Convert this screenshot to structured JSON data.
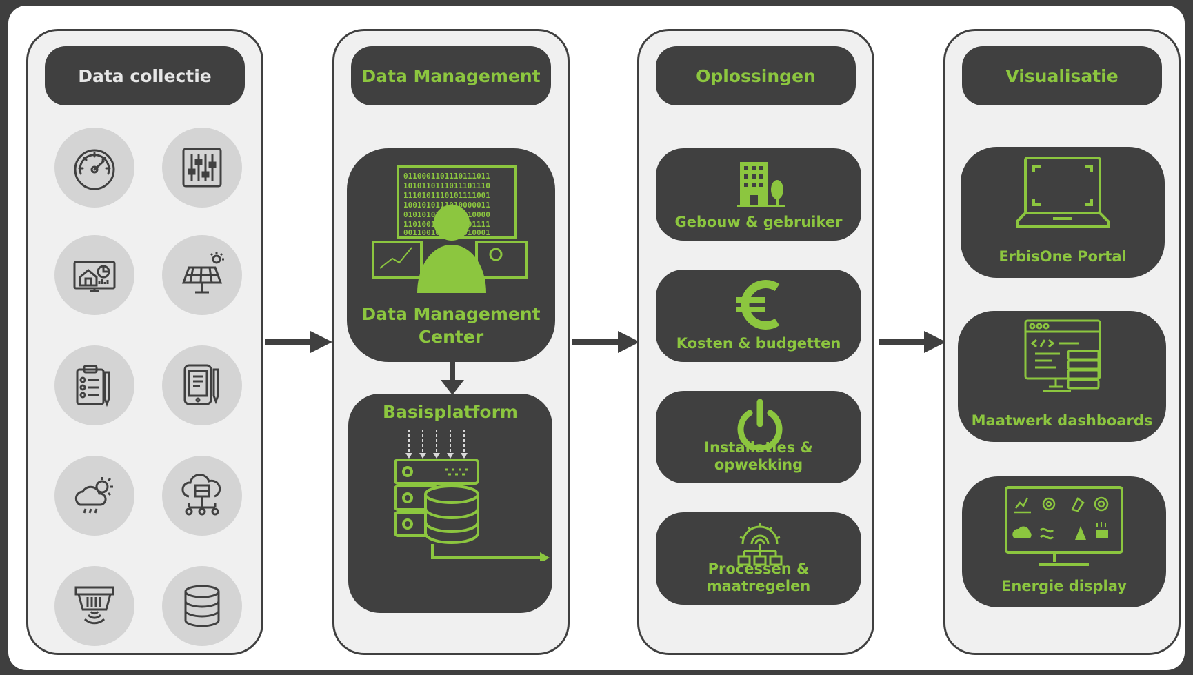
{
  "colors": {
    "accent": "#8cc63f",
    "dark": "#404040",
    "panel": "#f0f0f0",
    "circle": "#d4d4d4",
    "icon": "#404040"
  },
  "columns": [
    {
      "title": "Data collectie",
      "icons": [
        "gauge-icon",
        "equalizer-icon",
        "home-analytics-icon",
        "solar-panel-icon",
        "checklist-icon",
        "tablet-pen-icon",
        "weather-icon",
        "cloud-server-icon",
        "sensor-icon",
        "database-icon"
      ]
    },
    {
      "title": "Data Management",
      "center_label": "Data Management Center",
      "platform_label": "Basisplatform"
    },
    {
      "title": "Oplossingen",
      "items": [
        {
          "label": "Gebouw & gebruiker",
          "icon": "building-icon"
        },
        {
          "label": "Kosten & budgetten",
          "icon": "euro-icon"
        },
        {
          "label": "Installaties & opwekking",
          "icon": "power-icon"
        },
        {
          "label": "Processen & maatregelen",
          "icon": "process-gear-icon"
        }
      ]
    },
    {
      "title": "Visualisatie",
      "items": [
        {
          "label": "ErbisOne Portal",
          "icon": "laptop-icon"
        },
        {
          "label": "Maatwerk dashboards",
          "icon": "code-dashboard-icon"
        },
        {
          "label": "Energie display",
          "icon": "monitor-display-icon"
        }
      ]
    }
  ]
}
